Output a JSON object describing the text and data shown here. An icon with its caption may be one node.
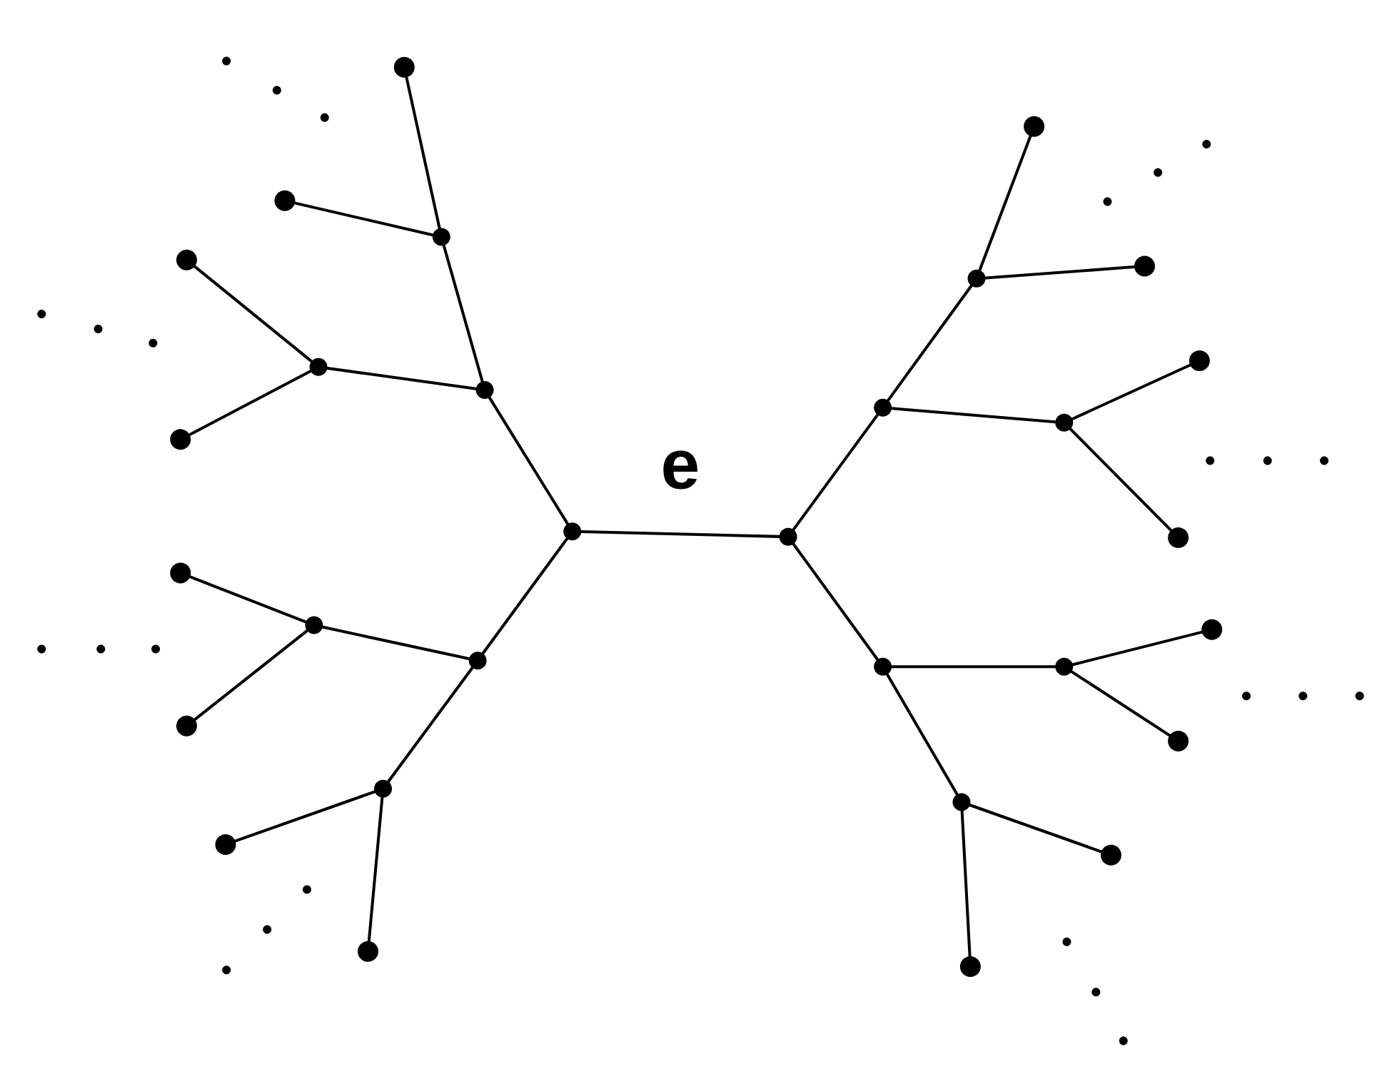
{
  "diagram": {
    "nodes": [
      {
        "text": [],
        "shape": "circle"
      },
      {
        "text": [],
        "shape": "circle"
      },
      {
        "text": [],
        "shape": "circle"
      },
      {
        "text": [],
        "shape": "circle"
      },
      {
        "text": [],
        "shape": "circle"
      },
      {
        "text": [],
        "shape": "circle"
      },
      {
        "text": [],
        "shape": "circle"
      },
      {
        "text": [],
        "shape": "circle"
      },
      {
        "text": [],
        "shape": "circle"
      },
      {
        "text": [],
        "shape": "circle"
      },
      {
        "text": [],
        "shape": "circle"
      },
      {
        "text": [],
        "shape": "circle"
      },
      {
        "text": [],
        "shape": "circle"
      },
      {
        "text": [],
        "shape": "circle"
      },
      {
        "text": [],
        "shape": "circle"
      },
      {
        "text": [],
        "shape": "circle"
      },
      {
        "text": [],
        "shape": "circle"
      },
      {
        "text": [],
        "shape": "circle"
      },
      {
        "text": [],
        "shape": "circle"
      },
      {
        "text": [],
        "shape": "circle"
      },
      {
        "text": [],
        "shape": "circle"
      },
      {
        "text": [],
        "shape": "circle"
      },
      {
        "text": [],
        "shape": "circle"
      },
      {
        "text": [],
        "shape": "circle"
      },
      {
        "text": [],
        "shape": "circle"
      },
      {
        "text": [],
        "shape": "circle"
      },
      {
        "text": [],
        "shape": "circle"
      },
      {
        "text": [],
        "shape": "circle"
      },
      {
        "text": [],
        "shape": "circle"
      },
      {
        "text": [],
        "shape": "circle"
      }
    ],
    "edges": [
      {
        "from": 13,
        "to": 14,
        "arrow": "none",
        "label": "e"
      },
      {
        "from": 13,
        "to": 9,
        "arrow": "none"
      },
      {
        "from": 9,
        "to": 3,
        "arrow": "none"
      },
      {
        "from": 3,
        "to": 0,
        "arrow": "none"
      },
      {
        "from": 3,
        "to": 2,
        "arrow": "none"
      },
      {
        "from": 9,
        "to": 8,
        "arrow": "none"
      },
      {
        "from": 8,
        "to": 4,
        "arrow": "none"
      },
      {
        "from": 8,
        "to": 12,
        "arrow": "none"
      },
      {
        "from": 13,
        "to": 19,
        "arrow": "none"
      },
      {
        "from": 19,
        "to": 17,
        "arrow": "none"
      },
      {
        "from": 17,
        "to": 16,
        "arrow": "none"
      },
      {
        "from": 17,
        "to": 22,
        "arrow": "none"
      },
      {
        "from": 19,
        "to": 24,
        "arrow": "none"
      },
      {
        "from": 24,
        "to": 26,
        "arrow": "none"
      },
      {
        "from": 24,
        "to": 28,
        "arrow": "none"
      },
      {
        "from": 14,
        "to": 10,
        "arrow": "none"
      },
      {
        "from": 10,
        "to": 6,
        "arrow": "none"
      },
      {
        "from": 6,
        "to": 1,
        "arrow": "none"
      },
      {
        "from": 6,
        "to": 5,
        "arrow": "none"
      },
      {
        "from": 10,
        "to": 11,
        "arrow": "none"
      },
      {
        "from": 11,
        "to": 7,
        "arrow": "none"
      },
      {
        "from": 11,
        "to": 15,
        "arrow": "none"
      },
      {
        "from": 14,
        "to": 20,
        "arrow": "none"
      },
      {
        "from": 20,
        "to": 21,
        "arrow": "none"
      },
      {
        "from": 21,
        "to": 18,
        "arrow": "none"
      },
      {
        "from": 21,
        "to": 23,
        "arrow": "none"
      },
      {
        "from": 20,
        "to": 25,
        "arrow": "none"
      },
      {
        "from": 25,
        "to": 27,
        "arrow": "none"
      },
      {
        "from": 25,
        "to": 29,
        "arrow": "none"
      }
    ]
  }
}
